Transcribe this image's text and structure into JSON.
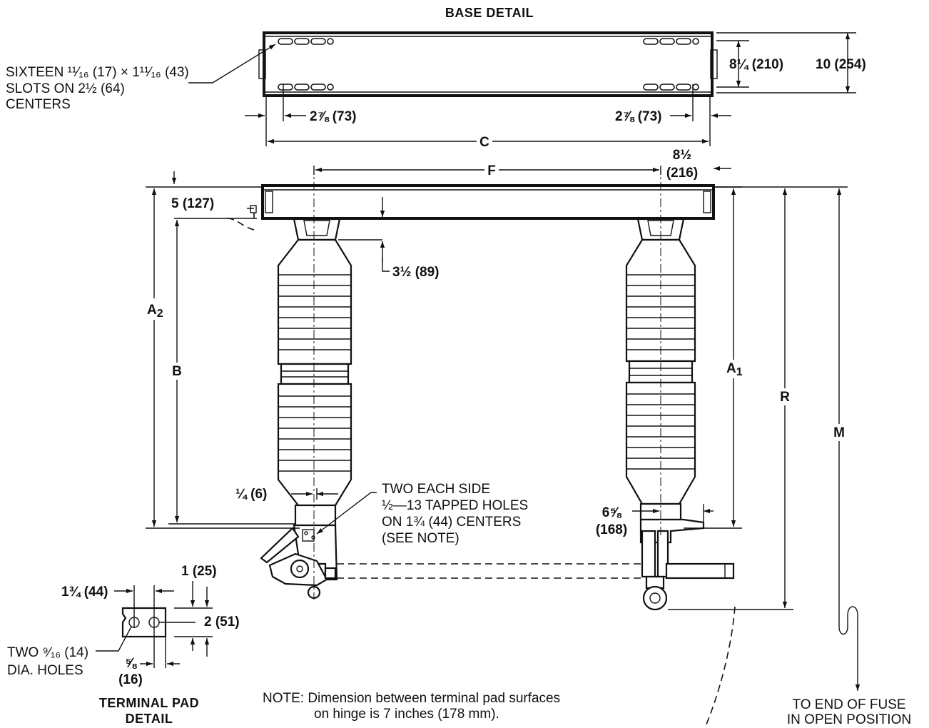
{
  "titles": {
    "base_detail": "BASE DETAIL",
    "terminal_pad_line1": "TERMINAL PAD",
    "terminal_pad_line2": "DETAIL"
  },
  "base_detail": {
    "slots_line1": "SIXTEEN ¹¹⁄₁₆ (17) × 1¹¹⁄₁₆ (43)",
    "slots_line2": "SLOTS ON 2½  (64)",
    "slots_line3": "CENTERS",
    "dim_8_25": "8¼ (210)",
    "dim_10": "10 (254)",
    "dim_left_2_875": "2⅞ (73)",
    "dim_right_2_875": "2⅞ (73)",
    "dim_c": "C"
  },
  "main_view": {
    "dim_f": "F",
    "dim_8_5_a": "8½",
    "dim_8_5_b": "(216)",
    "dim_5": "5 (127)",
    "dim_3_5": "3½ (89)",
    "dim_a2": "A",
    "dim_a2_sub": "2",
    "dim_b": "B",
    "dim_a1": "A",
    "dim_a1_sub": "1",
    "dim_r": "R",
    "dim_m": "M",
    "dim_quarter": "¼ (6)",
    "tapped_line1": "TWO EACH SIDE",
    "tapped_line2": "½—13 TAPPED HOLES",
    "tapped_line3": "ON 1¾  (44) CENTERS",
    "tapped_line4": "(SEE NOTE)",
    "dim_6_625_a": "6⅝",
    "dim_6_625_b": "(168)",
    "fuse_end_line1": "TO END OF FUSE",
    "fuse_end_line2": "IN OPEN POSITION"
  },
  "terminal_pad": {
    "dim_1": "1 (25)",
    "dim_1_75": "1¾ (44)",
    "dim_2": "2 (51)",
    "holes_line1": "TWO ⁹⁄₁₆ (14)",
    "holes_line2": "DIA. HOLES",
    "dim_0_625_a": "⅝",
    "dim_0_625_b": "(16)"
  },
  "note": {
    "line1": "NOTE: Dimension between terminal pad surfaces",
    "line2": "on hinge is 7 inches (178 mm)."
  }
}
